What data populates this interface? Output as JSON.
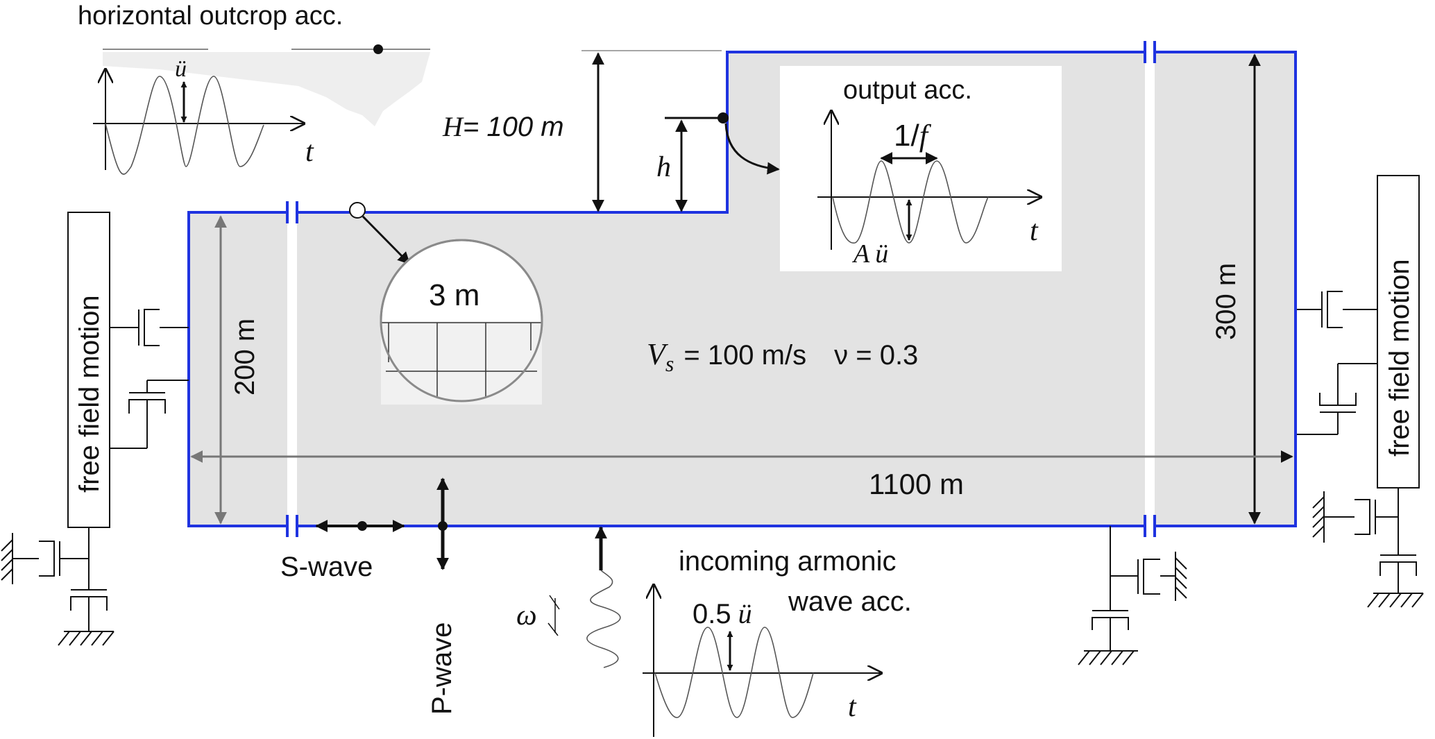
{
  "labels": {
    "outcrop_title": "horizontal outcrop acc.",
    "outcrop_amp": "ü",
    "t": "t",
    "H_label": "H",
    "H_value": "= 100 m",
    "h_label": "h",
    "output_title": "output acc.",
    "period_label": "1/",
    "period_f": "f",
    "amp_A": "A",
    "amp_u": "ü",
    "mesh_size": "3 m",
    "vs_symbol": "V",
    "vs_sub": "s",
    "vs_value": "= 100 m/s",
    "poisson": "ν = 0.3",
    "depth_left": "200 m",
    "depth_right": "300 m",
    "width": "1100 m",
    "free_field_left": "free field motion",
    "free_field_right": "free field motion",
    "s_wave": "S-wave",
    "p_wave": "P-wave",
    "incoming_line1": "incoming armonic",
    "incoming_line2": "wave acc.",
    "omega": "ω",
    "input_amp_num": "0.5",
    "input_amp_u": "ü"
  },
  "colors": {
    "soil_fill": "#e3e3e3",
    "boundary": "#1f33e0",
    "line": "#111111",
    "grey_arrow": "#777777",
    "outcrop_shade": "#eeeeee"
  }
}
